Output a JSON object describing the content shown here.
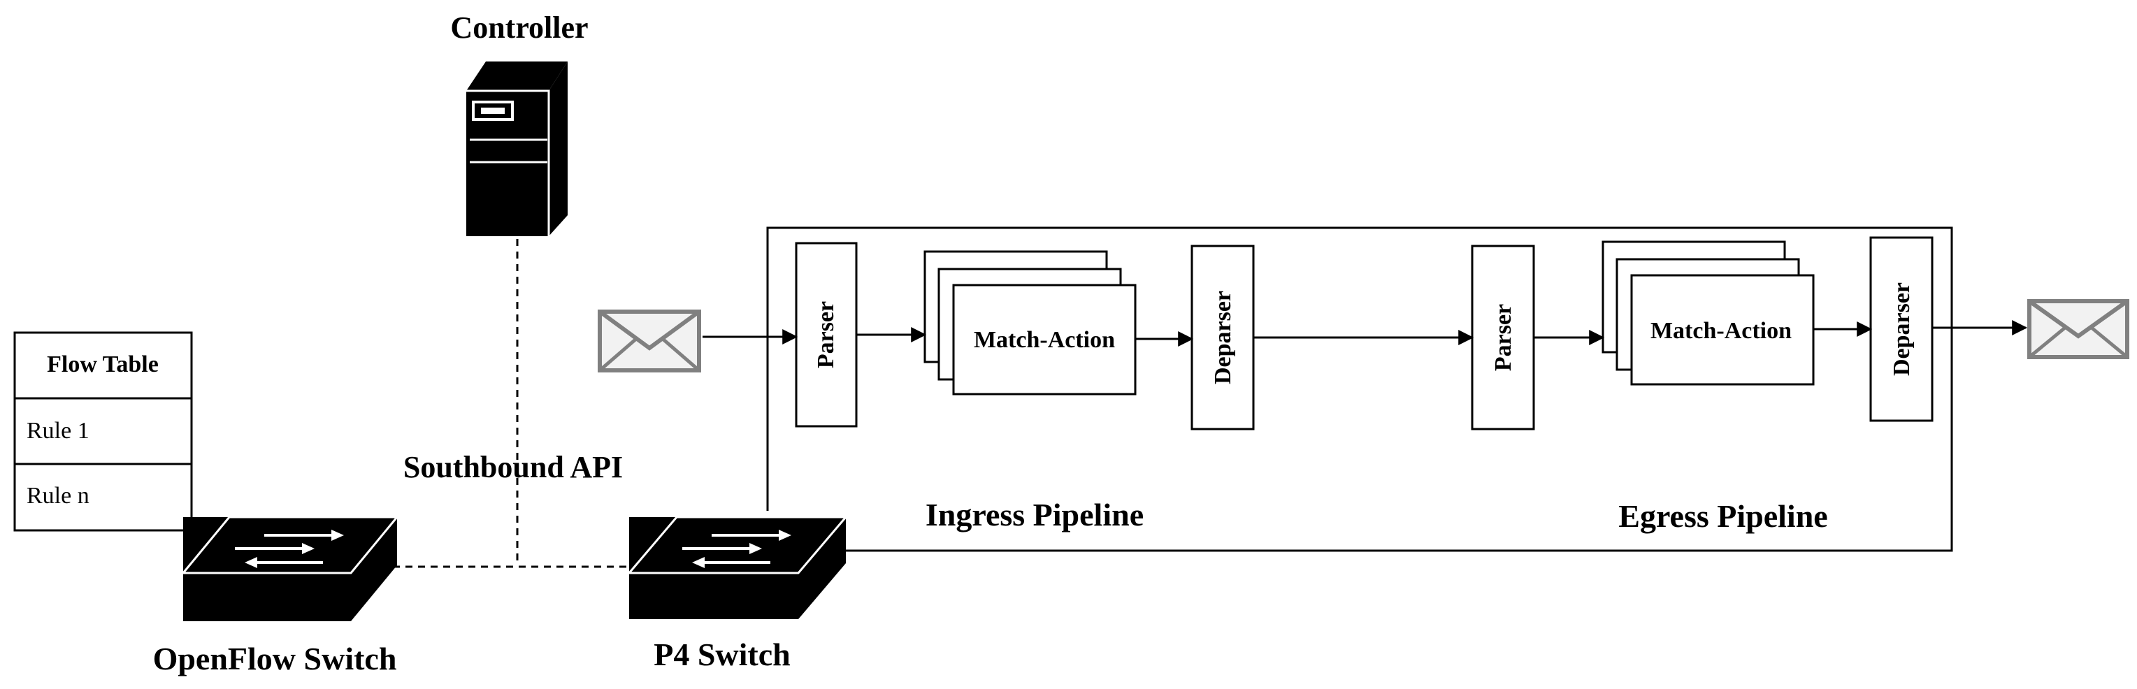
{
  "controller": {
    "label": "Controller"
  },
  "southbound_api": {
    "label": "Southbound API"
  },
  "flow_table": {
    "title": "Flow Table",
    "rules": [
      "Rule 1",
      "Rule n"
    ]
  },
  "openflow_switch": {
    "label": "OpenFlow Switch"
  },
  "p4_switch": {
    "label": "P4 Switch"
  },
  "ingress": {
    "label": "Ingress Pipeline",
    "parser": "Parser",
    "match_action": "Match-Action",
    "deparser": "Deparser"
  },
  "egress": {
    "label": "Egress Pipeline",
    "parser": "Parser",
    "match_action": "Match-Action",
    "deparser": "Deparser"
  },
  "colors": {
    "line": "#000000",
    "envelope": "#808080",
    "envelope_fill": "#f2f2f2"
  },
  "icons": {
    "controller": "server-icon",
    "switch": "network-switch-icon",
    "packet": "envelope-icon"
  }
}
